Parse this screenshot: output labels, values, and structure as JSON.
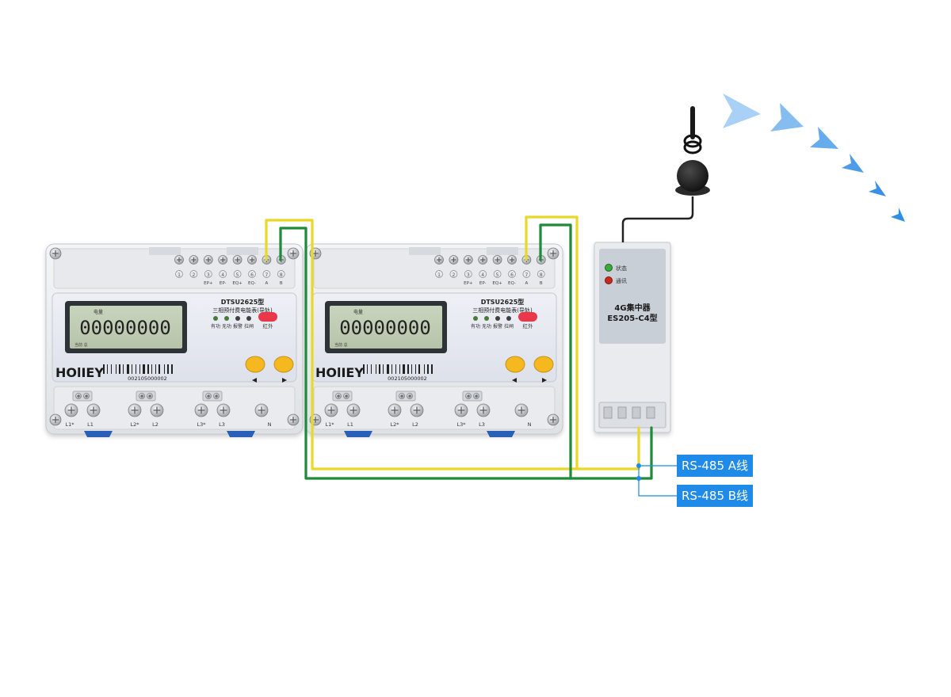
{
  "meters": [
    {
      "brand": "HOlIEY",
      "model": "DTSU2625型",
      "type_name": "三相预付费电能表(导轨)",
      "lcd_tag": "电量",
      "reading": "00000000",
      "lcd_footer": "当前      总",
      "serial": "002105000002",
      "indicators": [
        "有功",
        "无功",
        "报警",
        "拉闸"
      ],
      "ir_label": "红外",
      "terminal_numbers": [
        "1",
        "2",
        "3",
        "4",
        "5",
        "6",
        "7",
        "8"
      ],
      "terminal_labels": [
        "",
        "",
        "EP+",
        "EP-",
        "EQ+",
        "EQ-",
        "A",
        "B"
      ],
      "bottom_labels": [
        "L1*",
        "L1",
        "L2*",
        "L2",
        "L3*",
        "L3",
        "N"
      ]
    },
    {
      "brand": "HOlIEY",
      "model": "DTSU2625型",
      "type_name": "三相预付费电能表(导轨)",
      "lcd_tag": "电量",
      "reading": "00000000",
      "lcd_footer": "当前      总",
      "serial": "002105000002",
      "indicators": [
        "有功",
        "无功",
        "报警",
        "拉闸"
      ],
      "ir_label": "红外",
      "terminal_numbers": [
        "1",
        "2",
        "3",
        "4",
        "5",
        "6",
        "7",
        "8"
      ],
      "terminal_labels": [
        "",
        "",
        "EP+",
        "EP-",
        "EQ+",
        "EQ-",
        "A",
        "B"
      ],
      "bottom_labels": [
        "L1*",
        "L1",
        "L2*",
        "L2",
        "L3*",
        "L3",
        "N"
      ]
    }
  ],
  "concentrator": {
    "status_label": "状态",
    "comm_label": "通讯",
    "name": "4G集中器",
    "model": "ES205-C4型"
  },
  "wire_labels": {
    "a_line": "RS-485 A线",
    "b_line": "RS-485 B线"
  },
  "colors": {
    "wire_a": "#e8d82a",
    "wire_b": "#1f8a3a",
    "label_bg": "#1f8ae8",
    "signal": "#2f8fe8",
    "status_led": "#3aa83a",
    "comm_led": "#c8281e",
    "ir_button": "#e8384a",
    "key_button": "#f5b81f",
    "clip": "#2a5fb8"
  },
  "icons": [
    "screw-icon",
    "antenna-icon",
    "signal-arrow-icon",
    "led-icon"
  ]
}
